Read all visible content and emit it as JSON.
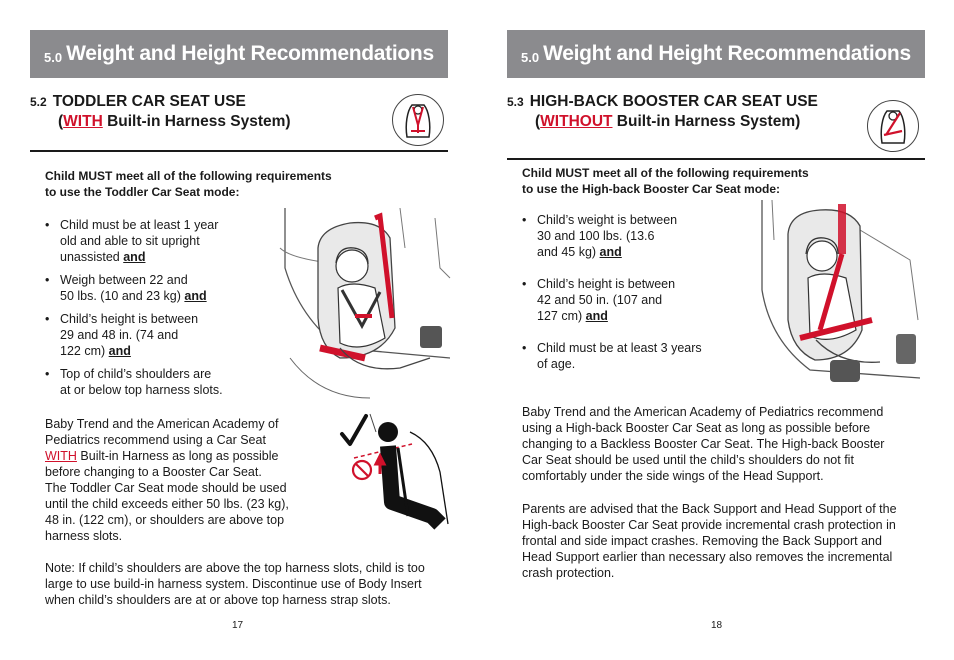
{
  "left": {
    "header": {
      "num": "5.0",
      "title": "Weight and Height Recommendations"
    },
    "section": {
      "num": "5.2",
      "title": "TODDLER CAR SEAT USE",
      "paren_open": "(",
      "with": "WITH",
      "rest": " Built-in Harness System)"
    },
    "requirements": [
      "Child MUST meet all of the following requirements",
      "to use the Toddler Car Seat mode:"
    ],
    "bullets": [
      {
        "lines": [
          "Child must be at least 1 year",
          "old and able to sit upright",
          "unassisted "
        ],
        "and": "and"
      },
      {
        "lines": [
          "Weigh between 22 and",
          "50 lbs. (10 and 23 kg) "
        ],
        "and": "and"
      },
      {
        "lines": [
          "Child’s height is between",
          "29 and 48 in. (74 and",
          "122 cm) "
        ],
        "and": "and"
      },
      {
        "lines": [
          "Top of child’s shoulders are",
          "at or below top harness slots."
        ],
        "and": ""
      }
    ],
    "para1": {
      "l1": "Baby Trend and the American Academy of",
      "l2": "Pediatrics recommend using a Car Seat",
      "with": "WITH",
      "l3rest": " Built-in Harness as long as possible",
      "l4": "before changing to a Booster Car Seat.",
      "l5": "The Toddler Car Seat mode should be used",
      "l6": "until the child exceeds either 50 lbs. (23 kg),",
      "l7": "48 in. (122 cm), or shoulders are above top",
      "l8": "harness slots."
    },
    "note": [
      "Note: If child’s shoulders are above the top harness slots, child is too",
      "large to use build-in harness system. Discontinue use of Body Insert",
      "when child’s shoulders are at or above top harness strap slots."
    ],
    "page_number": "17"
  },
  "right": {
    "header": {
      "num": "5.0",
      "title": "Weight and Height Recommendations"
    },
    "section": {
      "num": "5.3",
      "title": "HIGH-BACK BOOSTER CAR SEAT USE",
      "paren_open": "(",
      "without": "WITHOUT",
      "rest": " Built-in Harness System)"
    },
    "requirements": [
      "Child MUST meet all of the following requirements",
      "to use the High-back Booster Car Seat mode:"
    ],
    "bullets": [
      {
        "lines": [
          "Child’s weight is between",
          "30 and 100 lbs. (13.6",
          "and 45 kg) "
        ],
        "and": "and"
      },
      {
        "lines": [
          "Child’s height is between",
          "42 and 50 in. (107 and",
          "127 cm) "
        ],
        "and": "and"
      },
      {
        "lines": [
          "Child must be at least 3 years",
          "of age."
        ],
        "and": ""
      }
    ],
    "para1": [
      "Baby Trend and the American Academy of Pediatrics recommend",
      "using a High-back Booster Car Seat as long as possible before",
      "changing to a Backless Booster Car Seat. The High-back Booster",
      "Car Seat should be used until the child’s shoulders do not fit",
      "comfortably under the side wings of the Head Support."
    ],
    "para2": [
      "Parents are advised that the Back Support and Head Support of the",
      "High-back Booster Car Seat provide incremental crash protection in",
      "frontal and side impact crashes. Removing the Back Support and",
      "Head Support earlier than necessary also removes the incremental",
      "crash protection."
    ],
    "page_number": "18"
  },
  "colors": {
    "header_bg": "#8b8b8e",
    "accent_red": "#d0112b",
    "text": "#1a1a1a"
  },
  "icons": [
    "harness-seat-icon",
    "booster-seat-icon",
    "checkmark-icon",
    "prohibited-icon",
    "child-in-harness-illustration",
    "child-in-booster-illustration",
    "harness-slot-diagram"
  ]
}
